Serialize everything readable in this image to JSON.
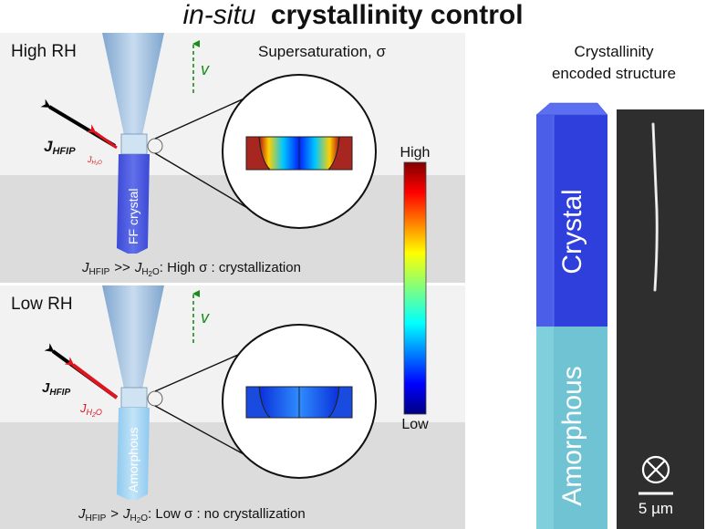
{
  "title": {
    "italic": "in-situ",
    "bold": "crystallinity control"
  },
  "top_panel": {
    "humidity_label": "High RH",
    "supersaturation_label": "Supersaturation, σ",
    "velocity_label": "v",
    "flux_hfip": {
      "symbol": "J",
      "subscript": "HFIP"
    },
    "flux_h2o": {
      "symbol": "J",
      "subscript": "H₂O"
    },
    "fiber_label": "FF crystal",
    "equation": {
      "lhs": "HFIP",
      "relation": ">>",
      "rhs": "H",
      "rhs_sub": "2",
      "rhs_end": "O",
      "rest": ": High σ : crystallization"
    }
  },
  "bottom_panel": {
    "humidity_label": "Low RH",
    "velocity_label": "v",
    "flux_hfip": {
      "symbol": "J",
      "subscript": "HFIP"
    },
    "flux_h2o": {
      "symbol": "J",
      "subscript": "H2O"
    },
    "fiber_label": "Amorphous",
    "equation": {
      "lhs": "HFIP",
      "relation": ">",
      "rhs": "H",
      "rhs_sub": "2",
      "rhs_end": "O",
      "rest": ":  Low σ : no crystallization"
    }
  },
  "colorbar": {
    "high_label": "High",
    "low_label": "Low"
  },
  "right_panel": {
    "title_line1": "Crystallinity",
    "title_line2": "encoded structure",
    "crystal_label": "Crystal",
    "amorphous_label": "Amorphous",
    "scale_bar_label": "5 µm",
    "colors": {
      "crystal": "#2f3fdc",
      "crystal_top": "#4a5ee8",
      "amorphous": "#6fc3d3",
      "micrograph_bg": "#2e2e2e"
    }
  },
  "icons": [
    "velocity-arrow-icon",
    "flux-arrow-icon",
    "cross-circle-icon"
  ]
}
